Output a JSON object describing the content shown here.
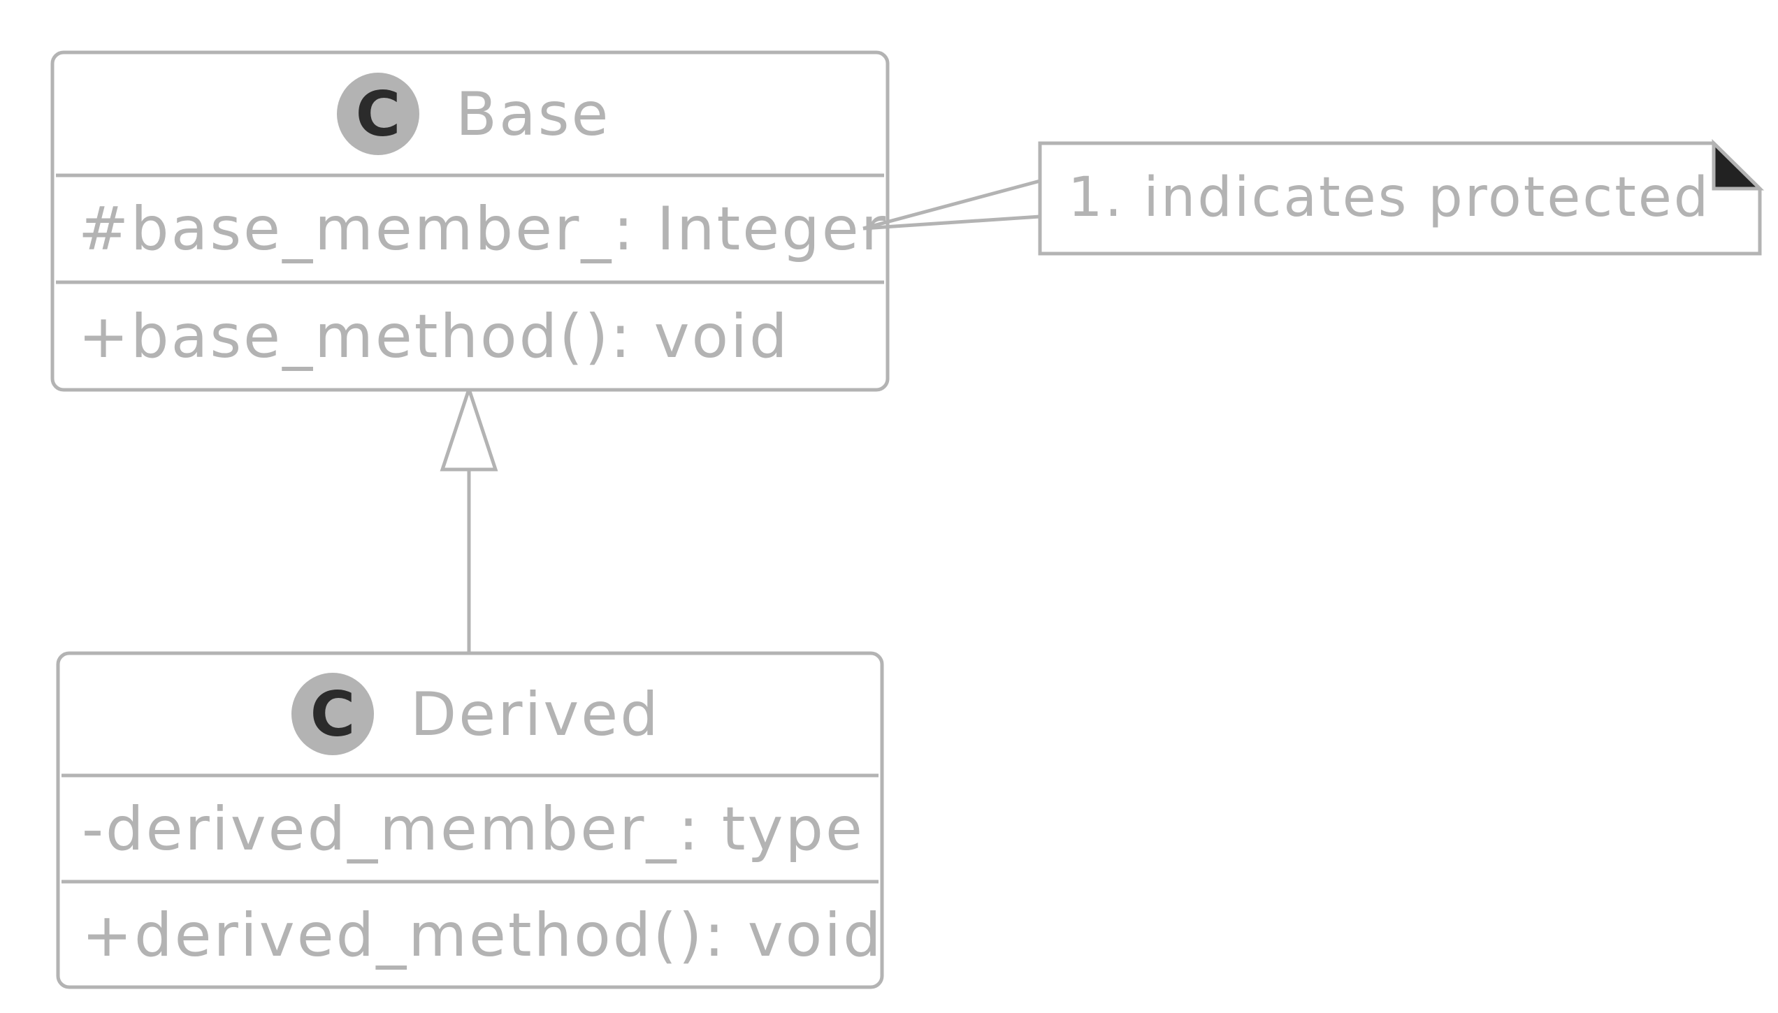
{
  "colors": {
    "line": "#b3b3b3",
    "text": "#b3b3b3",
    "stereotype_circle": "#b3b3b3",
    "stereotype_letter": "#2b2b2b",
    "note_corner": "#222222",
    "background": "#ffffff"
  },
  "classes": {
    "base": {
      "stereotype": "C",
      "name": "Base",
      "attribute": "#base_member_: Integer",
      "method": "+base_method(): void"
    },
    "derived": {
      "stereotype": "C",
      "name": "Derived",
      "attribute": "-derived_member_: type",
      "method": "+derived_method(): void"
    }
  },
  "note": {
    "text": "1. indicates protected",
    "icon": "folded-corner-icon"
  },
  "relationship": {
    "type": "inheritance",
    "from": "Derived",
    "to": "Base"
  }
}
